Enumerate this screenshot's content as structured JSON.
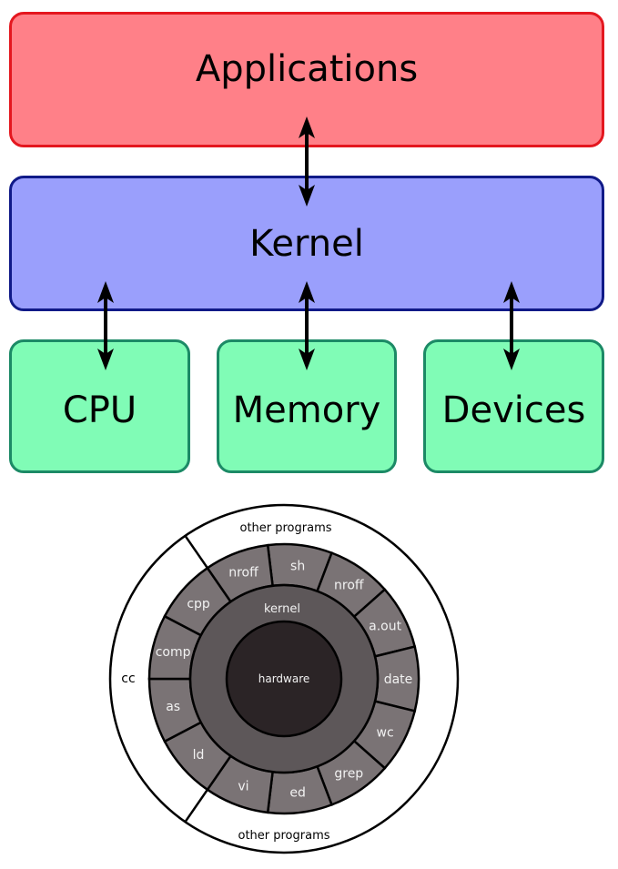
{
  "layer_diagram": {
    "applications": "Applications",
    "kernel": "Kernel",
    "resources": [
      {
        "id": "cpu",
        "label": "CPU"
      },
      {
        "id": "memory",
        "label": "Memory"
      },
      {
        "id": "devices",
        "label": "Devices"
      }
    ],
    "colors": {
      "applications_fill": "#ff8088",
      "applications_border": "#e4171f",
      "kernel_fill": "#9a9ffc",
      "kernel_border": "#101a88",
      "resource_fill": "#80fcb6",
      "resource_border": "#1c8a66"
    }
  },
  "ring_diagram": {
    "core": "hardware",
    "kernel": "kernel",
    "programs": [
      "sh",
      "nroff",
      "a.out",
      "date",
      "wc",
      "grep",
      "ed",
      "vi",
      "ld",
      "as",
      "comp",
      "cpp",
      "nroff"
    ],
    "compiler_group": "cc",
    "outer_top": "other programs",
    "outer_bottom": "other programs",
    "colors": {
      "core_fill": "#2b2426",
      "kernel_fill": "#5d5759",
      "programs_fill": "#7a7375",
      "outer_fill": "#ffffff",
      "text_light": "#f2f2f2",
      "text_dark": "#000000"
    }
  }
}
